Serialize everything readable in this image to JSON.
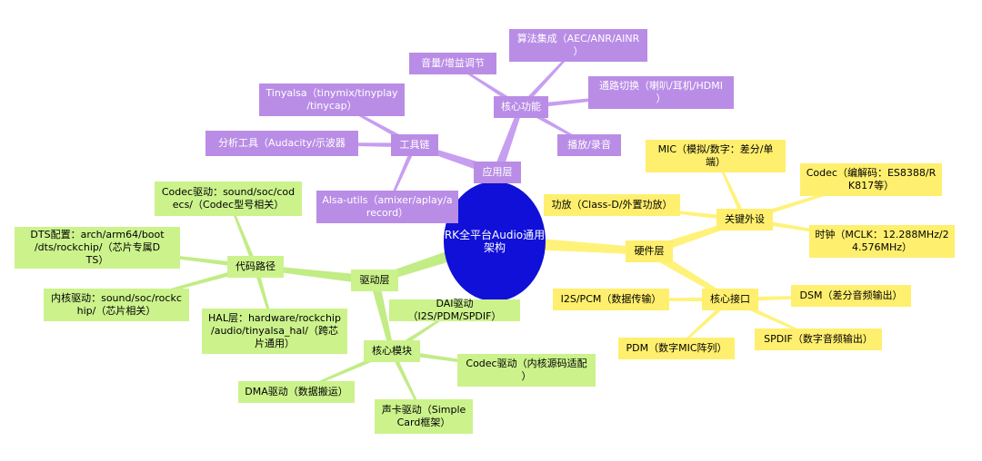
{
  "center": "RK全平台Audio通用架构",
  "colors": {
    "app": "#b98de6",
    "app_branch": "#c79ef0",
    "hw": "#ffef6e",
    "hw_branch": "#fff27a",
    "drv": "#ccf28c",
    "drv_branch": "#c2ec86",
    "center": "#1010d8"
  },
  "app": {
    "layer": "应用层",
    "core": {
      "label": "核心功能",
      "items": [
        "音量/增益调节",
        "算法集成（AEC/ANR/AINR\n）",
        "通路切换（喇叭/耳机/HDMI\n）",
        "播放/录音"
      ]
    },
    "tools": {
      "label": "工具链",
      "items": [
        "Tinyalsa（tinymix/tinyplay\n/tinycap）",
        "分析工具（Audacity/示波器",
        "Alsa-utils（amixer/aplay/a\nrecord）"
      ]
    }
  },
  "hw": {
    "layer": "硬件层",
    "peripherals": {
      "label": "关键外设",
      "items": [
        "MIC（模拟/数字：差分/单\n端）",
        "Codec（编解码：ES8388/R\nK817等）",
        "功放（Class-D/外置功放）",
        "时钟（MCLK：12.288MHz/2\n4.576MHz）"
      ]
    },
    "interfaces": {
      "label": "核心接口",
      "items": [
        "I2S/PCM（数据传输）",
        "DSM（差分音频输出）",
        "PDM（数字MIC阵列）",
        "SPDIF（数字音频输出）"
      ]
    }
  },
  "drv": {
    "layer": "驱动层",
    "paths": {
      "label": "代码路径",
      "items": [
        "Codec驱动：sound/soc/cod\necs/（Codec型号相关）",
        "DTS配置：arch/arm64/boot\n/dts/rockchip/（芯片专属D\nTS）",
        "内核驱动：sound/soc/rockc\nhip/（芯片相关）",
        "HAL层：hardware/rockchip\n/audio/tinyalsa_hal/（跨芯\n片通用）"
      ]
    },
    "modules": {
      "label": "核心模块",
      "items": [
        "DAI驱动（I2S/PDM/SPDIF）",
        "Codec驱动（内核源码适配\n）",
        "DMA驱动（数据搬运）",
        "声卡驱动（Simple\nCard框架）"
      ]
    }
  }
}
